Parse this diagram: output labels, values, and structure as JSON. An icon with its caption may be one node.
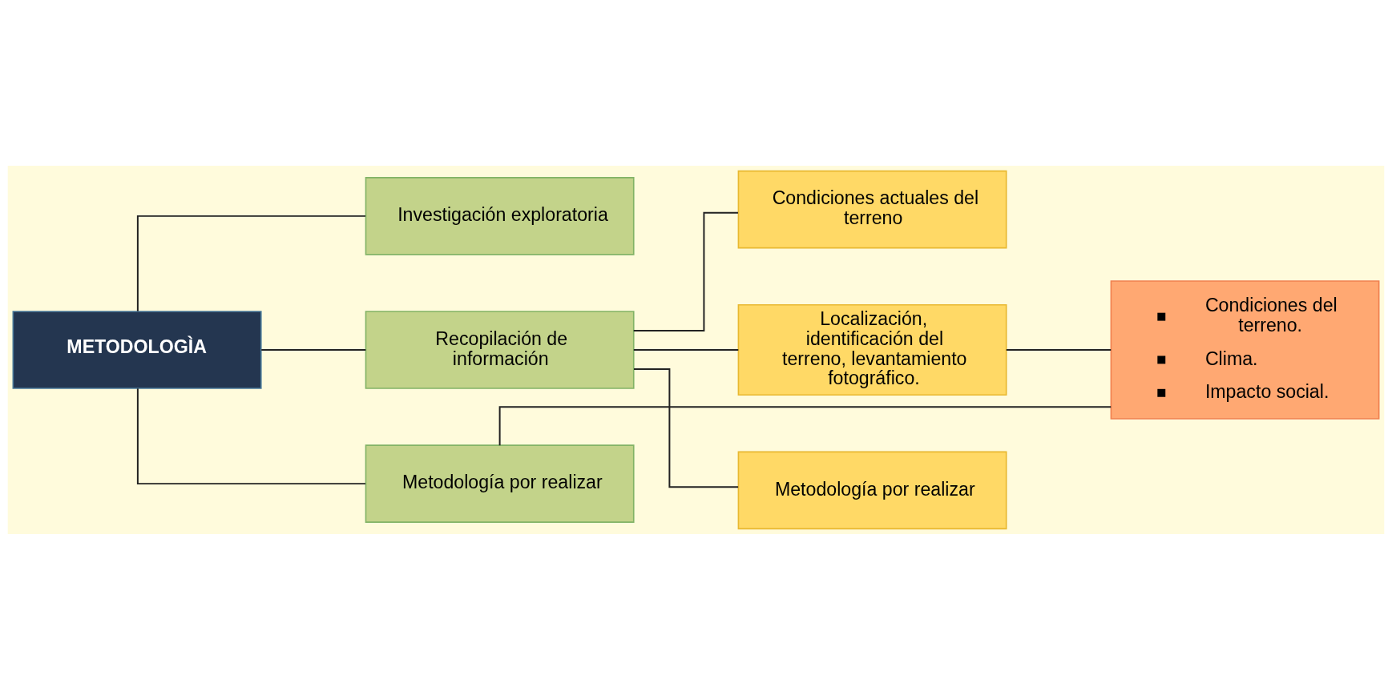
{
  "diagram": {
    "nodes": [
      {
        "text": [
          "METODOLOGÌA"
        ]
      },
      {
        "text": [
          "Investigación exploratoria"
        ]
      },
      {
        "text": [
          "Recopilación de información"
        ]
      },
      {
        "text": [
          "Metodología por realizar"
        ]
      },
      {
        "text": [
          "Condiciones actuales del terreno"
        ]
      },
      {
        "text": [
          "Localización, identificación del terreno, levantamiento fotográfico."
        ]
      },
      {
        "text": [
          "Metodología por realizar"
        ]
      },
      {
        "text": [
          "Condiciones del terreno.",
          "Clima.",
          "Impacto social."
        ]
      }
    ],
    "edges": [
      {
        "from": 0,
        "to": 1,
        "arrow": "none"
      },
      {
        "from": 0,
        "to": 2,
        "arrow": "none"
      },
      {
        "from": 0,
        "to": 3,
        "arrow": "none"
      },
      {
        "from": 2,
        "to": 4,
        "arrow": "none"
      },
      {
        "from": 2,
        "to": 5,
        "arrow": "none"
      },
      {
        "from": 2,
        "to": 6,
        "arrow": "none"
      },
      {
        "from": 5,
        "to": 7,
        "arrow": "none"
      },
      {
        "from": 7,
        "to": 3,
        "arrow": "none"
      }
    ]
  }
}
